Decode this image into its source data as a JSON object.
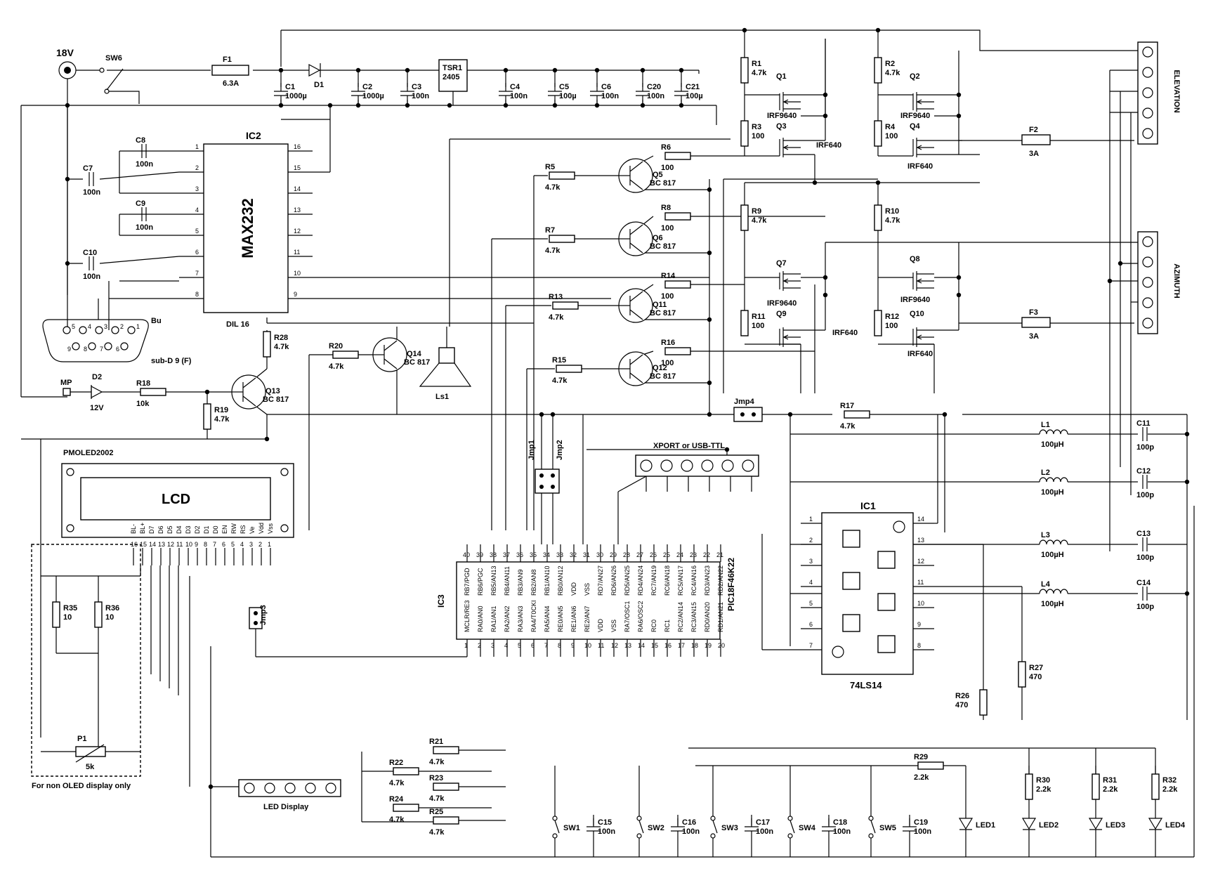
{
  "supply": {
    "vin": "18V",
    "switch": "SW6",
    "fuse": "F1",
    "fuse_value": "6.3A"
  },
  "regulator": {
    "ref": "TSR1",
    "value": "2405"
  },
  "diodes": [
    {
      "ref": "D1"
    },
    {
      "ref": "D2",
      "value": "12V"
    }
  ],
  "test_point": "MP",
  "capacitors": [
    {
      "ref": "C1",
      "value": "1000µ"
    },
    {
      "ref": "C2",
      "value": "1000µ"
    },
    {
      "ref": "C3",
      "value": "100n"
    },
    {
      "ref": "C4",
      "value": "100n"
    },
    {
      "ref": "C5",
      "value": "100µ"
    },
    {
      "ref": "C6",
      "value": "100n"
    },
    {
      "ref": "C20",
      "value": "100n"
    },
    {
      "ref": "C21",
      "value": "100µ"
    },
    {
      "ref": "C7",
      "value": "100n"
    },
    {
      "ref": "C8",
      "value": "100n"
    },
    {
      "ref": "C9",
      "value": "100n"
    },
    {
      "ref": "C10",
      "value": "100n"
    },
    {
      "ref": "C11",
      "value": "100p"
    },
    {
      "ref": "C12",
      "value": "100p"
    },
    {
      "ref": "C13",
      "value": "100p"
    },
    {
      "ref": "C14",
      "value": "100p"
    },
    {
      "ref": "C15",
      "value": "100n"
    },
    {
      "ref": "C16",
      "value": "100n"
    },
    {
      "ref": "C17",
      "value": "100n"
    },
    {
      "ref": "C18",
      "value": "100n"
    },
    {
      "ref": "C19",
      "value": "100n"
    }
  ],
  "resistors": [
    {
      "ref": "R1",
      "value": "4.7k"
    },
    {
      "ref": "R2",
      "value": "4.7k"
    },
    {
      "ref": "R3",
      "value": "100"
    },
    {
      "ref": "R4",
      "value": "100"
    },
    {
      "ref": "R5",
      "value": "4.7k"
    },
    {
      "ref": "R6",
      "value": "100"
    },
    {
      "ref": "R7",
      "value": "4.7k"
    },
    {
      "ref": "R8",
      "value": "100"
    },
    {
      "ref": "R9",
      "value": "4.7k"
    },
    {
      "ref": "R10",
      "value": "4.7k"
    },
    {
      "ref": "R11",
      "value": "100"
    },
    {
      "ref": "R12",
      "value": "100"
    },
    {
      "ref": "R13",
      "value": "4.7k"
    },
    {
      "ref": "R14",
      "value": "100"
    },
    {
      "ref": "R15",
      "value": "4.7k"
    },
    {
      "ref": "R16",
      "value": "100"
    },
    {
      "ref": "R17",
      "value": "4.7k"
    },
    {
      "ref": "R18",
      "value": "10k"
    },
    {
      "ref": "R19",
      "value": "4.7k"
    },
    {
      "ref": "R20",
      "value": "4.7k"
    },
    {
      "ref": "R21",
      "value": "4.7k"
    },
    {
      "ref": "R22",
      "value": "4.7k"
    },
    {
      "ref": "R23",
      "value": "4.7k"
    },
    {
      "ref": "R24",
      "value": "4.7k"
    },
    {
      "ref": "R25",
      "value": "4.7k"
    },
    {
      "ref": "R26",
      "value": "470"
    },
    {
      "ref": "R27",
      "value": "470"
    },
    {
      "ref": "R28",
      "value": "4.7k"
    },
    {
      "ref": "R29",
      "value": "2.2k"
    },
    {
      "ref": "R30",
      "value": "2.2k"
    },
    {
      "ref": "R31",
      "value": "2.2k"
    },
    {
      "ref": "R32",
      "value": "2.2k"
    },
    {
      "ref": "R35",
      "value": "10"
    },
    {
      "ref": "R36",
      "value": "10"
    }
  ],
  "potentiometer": {
    "ref": "P1",
    "value": "5k"
  },
  "mosfets": [
    {
      "ref": "Q1",
      "type": "IRF9640"
    },
    {
      "ref": "Q2",
      "type": "IRF9640"
    },
    {
      "ref": "Q3",
      "type": "IRF640"
    },
    {
      "ref": "Q4",
      "type": "IRF640"
    },
    {
      "ref": "Q7",
      "type": "IRF9640"
    },
    {
      "ref": "Q8",
      "type": "IRF9640"
    },
    {
      "ref": "Q9",
      "type": "IRF640"
    },
    {
      "ref": "Q10",
      "type": "IRF640"
    }
  ],
  "bjts": [
    {
      "ref": "Q5",
      "type": "BC 817"
    },
    {
      "ref": "Q6",
      "type": "BC 817"
    },
    {
      "ref": "Q11",
      "type": "BC 817"
    },
    {
      "ref": "Q12",
      "type": "BC 817"
    },
    {
      "ref": "Q13",
      "type": "BC 817"
    },
    {
      "ref": "Q14",
      "type": "BC 817"
    }
  ],
  "fuses_out": [
    {
      "ref": "F2",
      "value": "3A"
    },
    {
      "ref": "F3",
      "value": "3A"
    }
  ],
  "inductors": [
    {
      "ref": "L1",
      "value": "100µH"
    },
    {
      "ref": "L2",
      "value": "100µH"
    },
    {
      "ref": "L3",
      "value": "100µH"
    },
    {
      "ref": "L4",
      "value": "100µH"
    }
  ],
  "connectors": {
    "elevation": "ELEVATION",
    "azimuth": "AZIMUTH",
    "xport": "XPORT or USB-TTL",
    "led_display": "LED Display",
    "sub_d": "sub-D 9 (F)",
    "bu": "Bu"
  },
  "jumpers": [
    "Jmp1",
    "Jmp2",
    "Jmp3",
    "Jmp4"
  ],
  "speaker": "Ls1",
  "switches": [
    "SW1",
    "SW2",
    "SW3",
    "SW4",
    "SW5"
  ],
  "leds": [
    "LED1",
    "LED2",
    "LED3",
    "LED4"
  ],
  "ic2": {
    "ref": "IC2",
    "name": "MAX232",
    "package": "DIL 16",
    "left_pins": [
      "1",
      "2",
      "3",
      "4",
      "5",
      "6",
      "7",
      "8"
    ],
    "right_pins": [
      "16",
      "15",
      "14",
      "13",
      "12",
      "11",
      "10",
      "9"
    ]
  },
  "ic3": {
    "ref": "IC3",
    "name": "PIC18F46K22",
    "top_pins": [
      "40",
      "39",
      "38",
      "37",
      "36",
      "35",
      "34",
      "33",
      "32",
      "31",
      "30",
      "29",
      "28",
      "27",
      "26",
      "25",
      "24",
      "23",
      "22",
      "21"
    ],
    "top_names": [
      "RB7/PGD",
      "RB6/PGC",
      "RB5/AN13",
      "RB4/AN11",
      "RB3/AN9",
      "RB2/AN8",
      "RB1/AN10",
      "RB0/AN12",
      "VDD",
      "VSS",
      "RD7/AN27",
      "RD6/AN26",
      "RD5/AN25",
      "RD4/AN24",
      "RC7/AN19",
      "RC6/AN18",
      "RC5/AN17",
      "RC4/AN16",
      "RD3/AN23",
      "RD2/AN22"
    ],
    "bottom_pins": [
      "1",
      "2",
      "3",
      "4",
      "5",
      "6",
      "7",
      "8",
      "9",
      "10",
      "11",
      "12",
      "13",
      "14",
      "15",
      "16",
      "17",
      "18",
      "19",
      "20"
    ],
    "bottom_names": [
      "MCLR/RE3",
      "RA0/AN0",
      "RA1/AN1",
      "RA2/AN2",
      "RA3/AN3",
      "RA4/T0CKI",
      "RA5/AN4",
      "RE0/AN5",
      "RE1/AN6",
      "RE2/AN7",
      "VDD",
      "VSS",
      "RA7/OSC1",
      "RA6/OSC2",
      "RC0",
      "RC1",
      "RC2/AN14",
      "RC3/AN15",
      "RD0/AN20",
      "RD1/AN21"
    ]
  },
  "ic1": {
    "ref": "IC1",
    "name": "74LS14",
    "left_pins": [
      "1",
      "2",
      "3",
      "4",
      "5",
      "6",
      "7"
    ],
    "right_pins": [
      "14",
      "13",
      "12",
      "11",
      "10",
      "9",
      "8"
    ]
  },
  "lcd": {
    "module": "PMOLED2002",
    "title": "LCD",
    "pin_names": [
      "BL-",
      "BL+",
      "D7",
      "D6",
      "D5",
      "D4",
      "D3",
      "D2",
      "D1",
      "D0",
      "EN",
      "RW",
      "RS",
      "Ve",
      "Vdd",
      "Vss"
    ],
    "pin_numbers": [
      "16",
      "15",
      "14",
      "13",
      "12",
      "11",
      "10",
      "9",
      "8",
      "7",
      "6",
      "5",
      "4",
      "3",
      "2",
      "1"
    ]
  },
  "sub_d_pins_top": [
    "5",
    "4",
    "3",
    "2",
    "1"
  ],
  "sub_d_pins_bottom": [
    "9",
    "8",
    "7",
    "6"
  ],
  "note": "For non OLED display only"
}
